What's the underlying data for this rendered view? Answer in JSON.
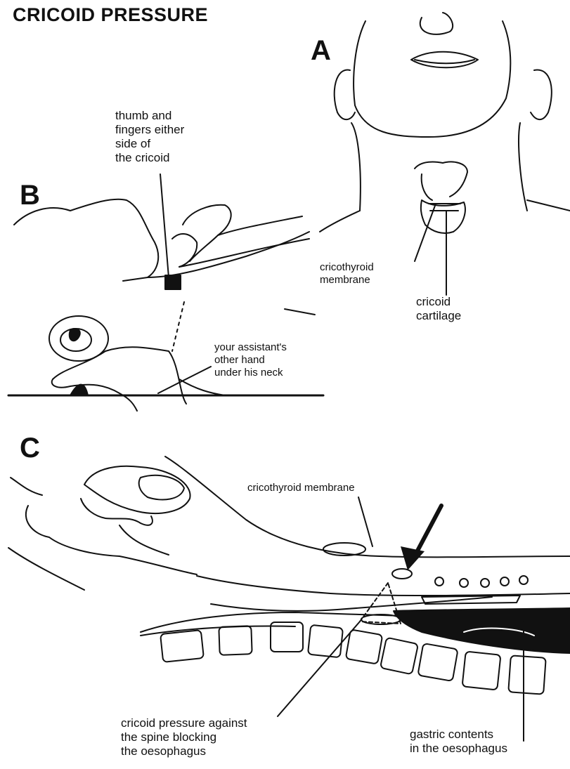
{
  "title": "CRICOID PRESSURE",
  "panels": {
    "a": {
      "letter": "A",
      "labels": {
        "membrane": "cricothyroid\nmembrane",
        "cartilage": "cricoid\ncartilage"
      }
    },
    "b": {
      "letter": "B",
      "labels": {
        "thumb": "thumb and\nfingers either\nside of\nthe cricoid",
        "assistant": "your assistant's\nother hand\nunder his neck"
      }
    },
    "c": {
      "letter": "C",
      "labels": {
        "membrane": "cricothyroid membrane",
        "pressure": "cricoid pressure against\nthe spine blocking\nthe oesophagus",
        "gastric": "gastric contents\nin the oesophagus"
      }
    }
  }
}
